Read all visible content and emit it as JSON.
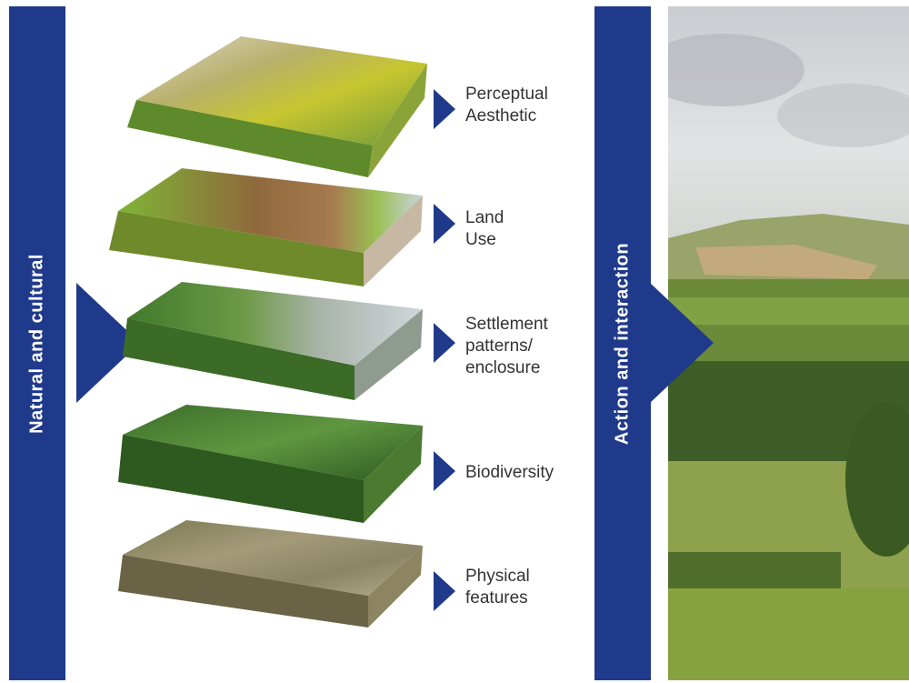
{
  "left_bar": {
    "label": "Natural and cultural",
    "color": "#1f3a8a"
  },
  "right_bar": {
    "label": "Action and interaction",
    "color": "#1f3a8a"
  },
  "layers": [
    {
      "label": "Perceptual\nAesthetic",
      "image": "field-flowers-portrait"
    },
    {
      "label": "Land\nUse",
      "image": "crop-rows"
    },
    {
      "label": "Settlement\npatterns/\nenclosure",
      "image": "village-fields"
    },
    {
      "label": "Biodiversity",
      "image": "woodland"
    },
    {
      "label": "Physical\nfeatures",
      "image": "rocky-terrain"
    }
  ],
  "landscape_photo": "rolling-countryside"
}
